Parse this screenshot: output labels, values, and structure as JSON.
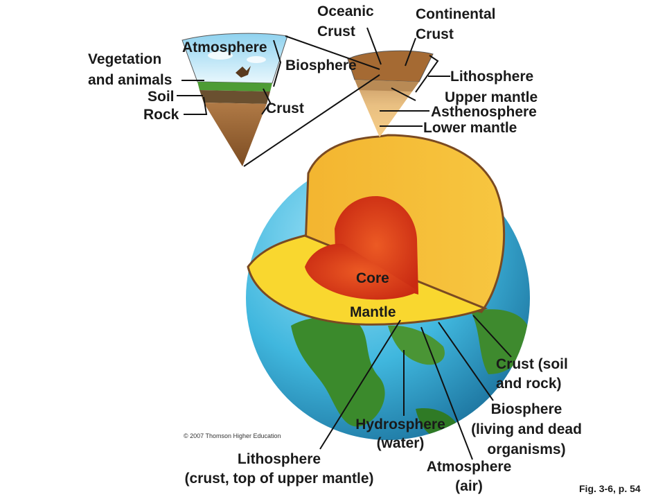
{
  "labels": {
    "oceanic_crust_1": "Oceanic",
    "oceanic_crust_2": "Crust",
    "continental_crust_1": "Continental",
    "continental_crust_2": "Crust",
    "atmosphere_top": "Atmosphere",
    "vegetation_1": "Vegetation",
    "vegetation_2": "and animals",
    "soil": "Soil",
    "rock": "Rock",
    "biosphere_top": "Biosphere",
    "crust_top": "Crust",
    "lithosphere_top": "Lithosphere",
    "upper_mantle": "Upper mantle",
    "asthenosphere": "Asthenosphere",
    "lower_mantle": "Lower mantle",
    "core": "Core",
    "mantle": "Mantle",
    "crust_soil_rock_1": "Crust (soil",
    "crust_soil_rock_2": "and rock)",
    "biosphere_bottom_1": "Biosphere",
    "biosphere_bottom_2": "(living and dead",
    "biosphere_bottom_3": "organisms)",
    "hydrosphere_1": "Hydrosphere",
    "hydrosphere_2": "(water)",
    "lithosphere_bottom_1": "Lithosphere",
    "lithosphere_bottom_2": "(crust, top of upper mantle)",
    "atmosphere_bottom_1": "Atmosphere",
    "atmosphere_bottom_2": "(air)",
    "copyright": "© 2007 Thomson Higher Education",
    "figure_ref": "Fig. 3-6, p. 54"
  },
  "colors": {
    "ocean": "#3fb6dd",
    "land": "#3f8c2e",
    "mantle_cut": "#f4b935",
    "mantle_face": "#f9d72f",
    "core": "#e0401c",
    "crust_rim": "#7a4a22",
    "sky": "#bfe6f5",
    "text": "#1a1a1a"
  }
}
